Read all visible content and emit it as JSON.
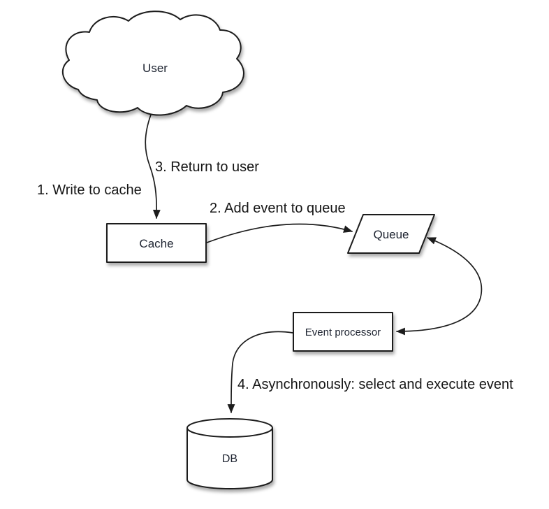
{
  "diagram": {
    "background": "#ffffff",
    "stroke_color": "#1c1c1c",
    "shape_fill": "#ffffff",
    "node_label_color": "#1d2330",
    "edge_label_color": "#151515",
    "nodes": {
      "user": {
        "label": "User",
        "shape": "cloud"
      },
      "cache": {
        "label": "Cache",
        "shape": "rectangle"
      },
      "queue": {
        "label": "Queue",
        "shape": "parallelogram"
      },
      "event_processor": {
        "label": "Event processor",
        "shape": "rectangle"
      },
      "db": {
        "label": "DB",
        "shape": "cylinder"
      }
    },
    "steps": {
      "step1": "1. Write to cache",
      "step2": "2. Add event to queue",
      "step3": "3. Return to user",
      "step4": "4. Asynchronously: select and execute event"
    },
    "edges": [
      {
        "from": "user",
        "to": "cache",
        "style": "arrow"
      },
      {
        "from": "cache",
        "to": "queue",
        "style": "arrow"
      },
      {
        "from": "queue",
        "to": "event_processor",
        "style": "double-arrow"
      },
      {
        "from": "event_processor",
        "to": "db",
        "style": "arrow"
      }
    ]
  }
}
